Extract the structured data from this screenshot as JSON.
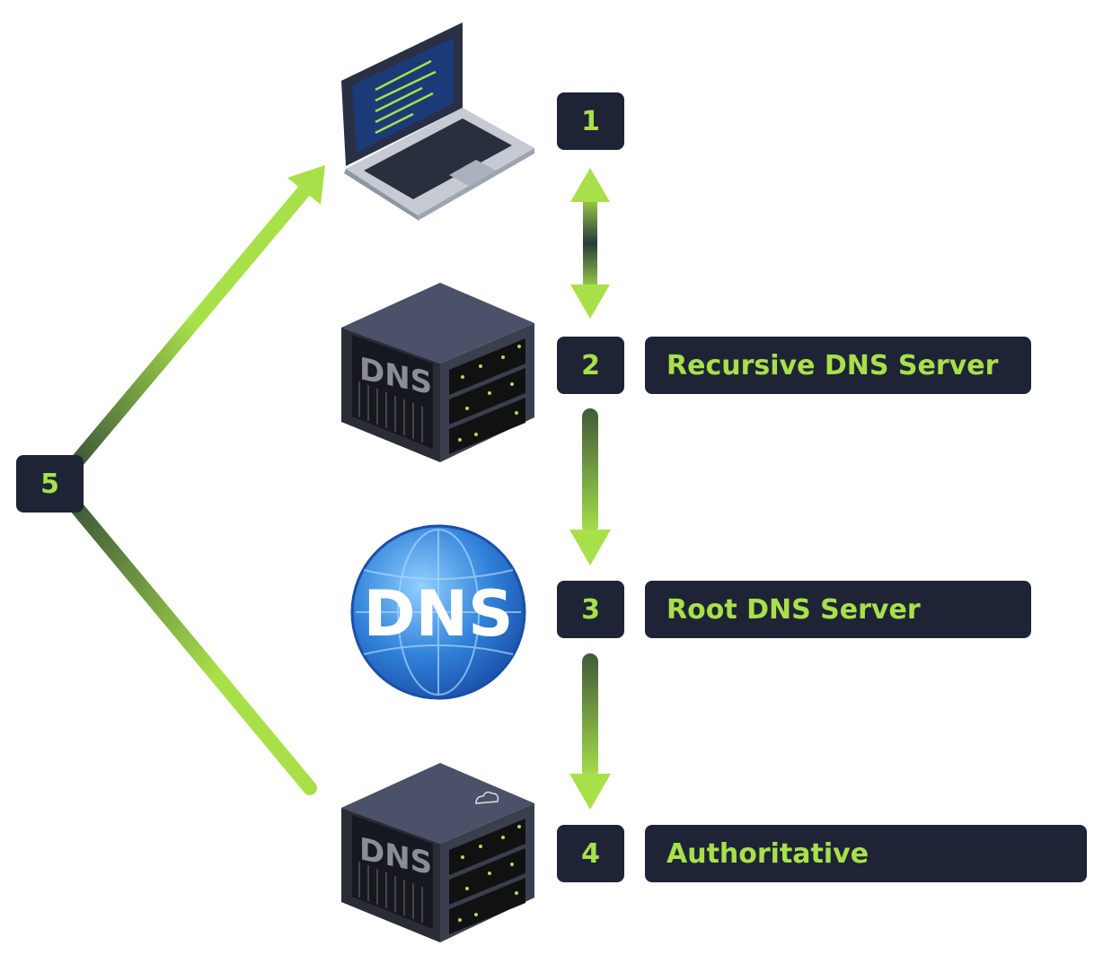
{
  "colors": {
    "box": "#1e2435",
    "accent": "#a8e04a",
    "arrow_dark": "#3f5a3a",
    "globe": "#2f7fd8"
  },
  "steps": [
    {
      "number": "1",
      "label": "",
      "icon": "laptop-icon"
    },
    {
      "number": "2",
      "label": "Recursive DNS Server",
      "icon": "dns-server-icon"
    },
    {
      "number": "3",
      "label": "Root DNS Server",
      "icon": "dns-globe-icon"
    },
    {
      "number": "4",
      "label": "Authoritative",
      "icon": "dns-cloud-server-icon"
    },
    {
      "number": "5",
      "label": ""
    }
  ],
  "icon_text": {
    "server": "DNS",
    "globe": "DNS"
  }
}
